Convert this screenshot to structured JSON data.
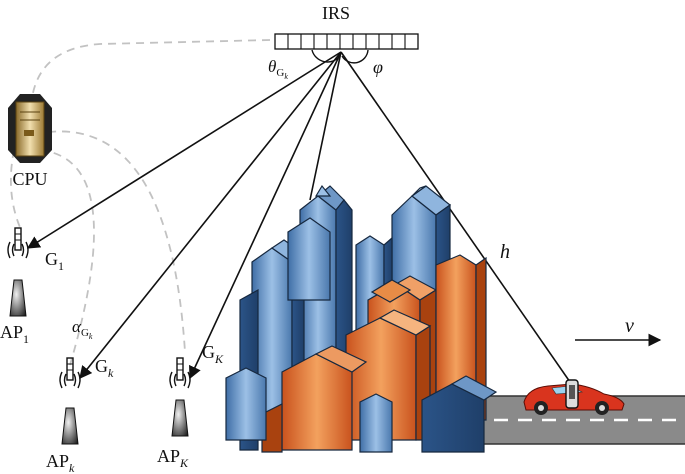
{
  "labels": {
    "irs": "IRS",
    "cpu": "CPU",
    "h": "h",
    "v": "v",
    "theta": {
      "main": "θ",
      "sub": "G",
      "subsub": "k"
    },
    "phi": "φ",
    "alpha": {
      "main": "α",
      "sub": "G",
      "subsub": "k"
    },
    "g1": {
      "main": "G",
      "sub": "1"
    },
    "gk": {
      "main": "G",
      "sub": "k"
    },
    "gK": {
      "main": "G",
      "sub": "K"
    },
    "ap1": {
      "main": "AP",
      "sub": "1"
    },
    "apk": {
      "main": "AP",
      "sub": "k"
    },
    "apK": {
      "main": "AP",
      "sub": "K"
    }
  },
  "colors": {
    "line": "#111111",
    "dashed": "#bdbdbd",
    "road": "#8a8a8a",
    "car": "#d9341e",
    "building_blue": "#5b86b8",
    "building_orange": "#d8652b"
  },
  "icons": {
    "cpu": "server-icon",
    "ap": "antenna-tower-icon",
    "car": "car-icon",
    "city": "city-buildings-icon",
    "irs": "reflecting-surface-icon"
  }
}
